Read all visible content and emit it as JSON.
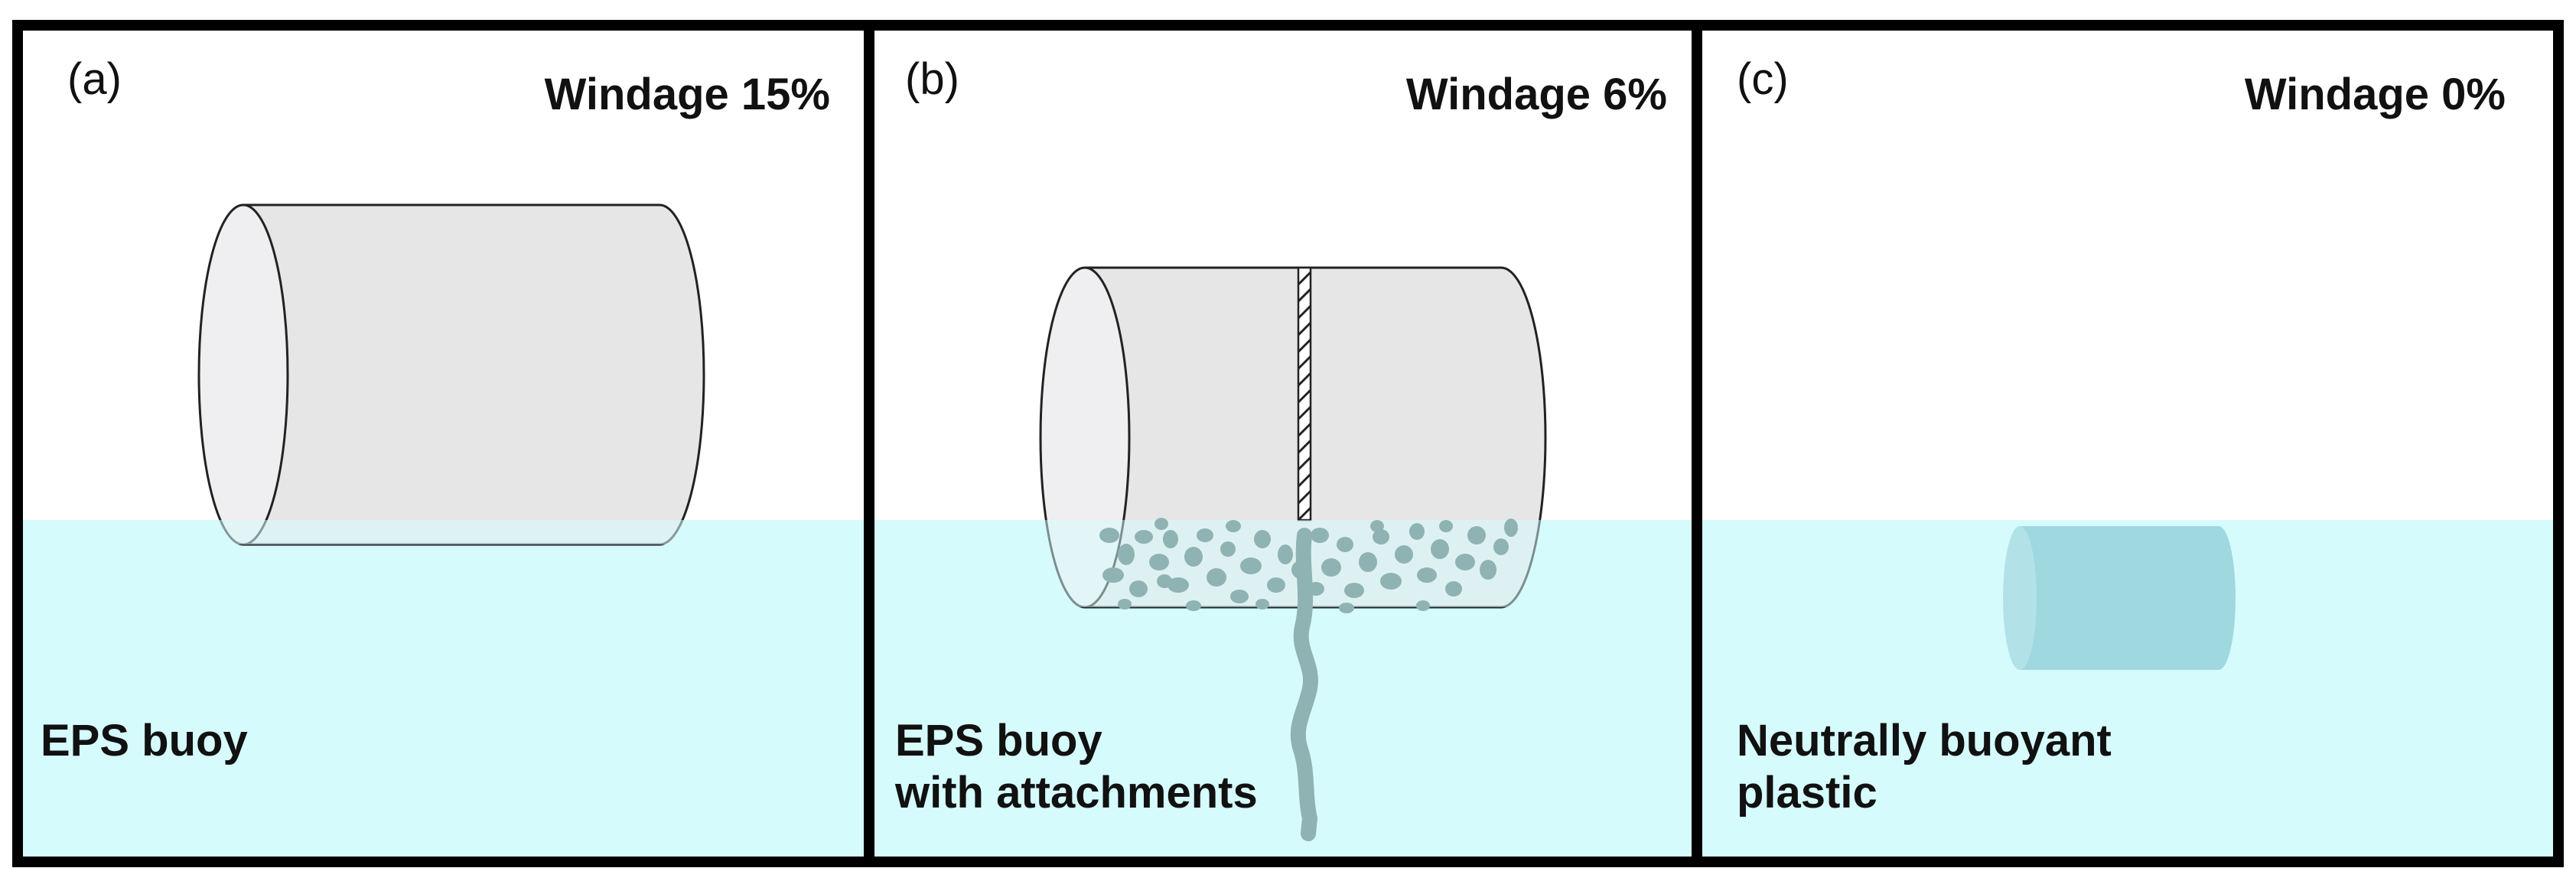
{
  "panels": [
    {
      "label": "(a)",
      "windage": "Windage 15%",
      "caption_lines": [
        "EPS buoy"
      ]
    },
    {
      "label": "(b)",
      "windage": "Windage 6%",
      "caption_lines": [
        "EPS buoy",
        "with attachments"
      ]
    },
    {
      "label": "(c)",
      "windage": "Windage 0%",
      "caption_lines": [
        "Neutrally buoyant",
        "plastic"
      ]
    }
  ],
  "colors": {
    "water": "#d6fbfd",
    "buoy": "#e7e6e7",
    "biofouling": "#8fb3b3",
    "neutral_plastic": "#9fd8df",
    "frame": "#000000"
  }
}
